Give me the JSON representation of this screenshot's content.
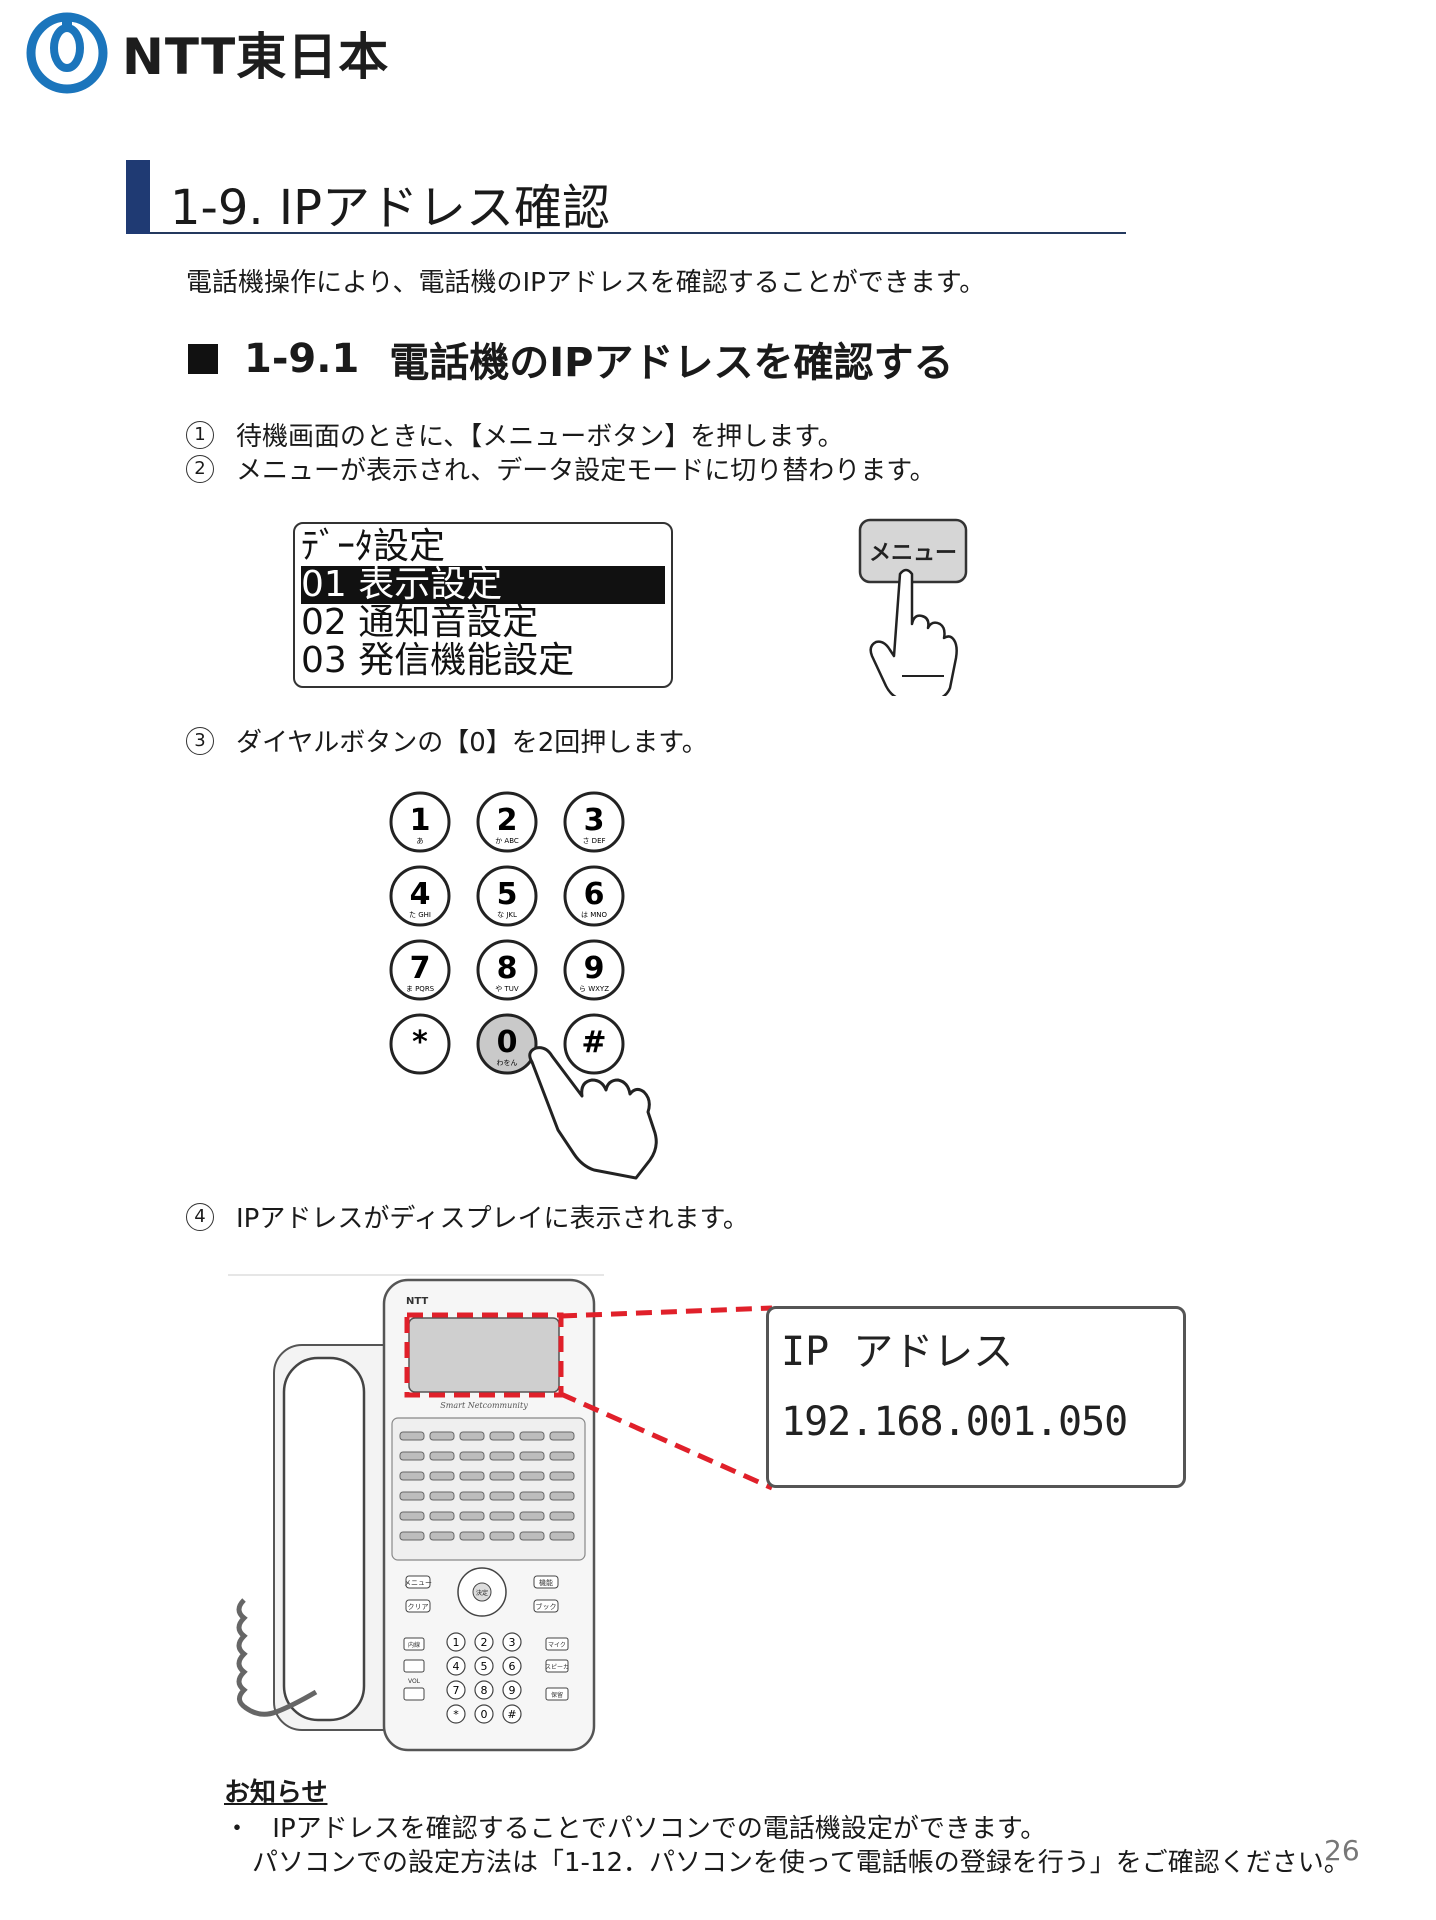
{
  "brand": {
    "name": "NTT東日本",
    "color": "#1b75bc"
  },
  "section": {
    "title": "1-9. IPアドレス確認",
    "bar_color": "#1f3a73"
  },
  "intro": "電話機操作により、電話機のIPアドレスを確認することができます。",
  "subsection": {
    "number": "1-9.1",
    "title": "電話機のIPアドレスを確認する"
  },
  "steps": [
    {
      "num": "1",
      "text": "待機画面のときに、【メニューボタン】を押します。"
    },
    {
      "num": "2",
      "text": "メニューが表示され、データ設定モードに切り替わります。"
    },
    {
      "num": "3",
      "text": "ダイヤルボタンの【0】を2回押します。"
    },
    {
      "num": "4",
      "text": "IPアドレスがディスプレイに表示されます。"
    }
  ],
  "lcd_menu": {
    "lines": [
      "ﾃﾞｰﾀ設定",
      "01 表示設定",
      "02 通知音設定",
      "03 発信機能設定"
    ],
    "selected_index": 1
  },
  "menu_button_label": "メニュー",
  "keypad": {
    "keys": [
      {
        "main": "1",
        "sub": "あ"
      },
      {
        "main": "2",
        "sub": "か ABC"
      },
      {
        "main": "3",
        "sub": "さ DEF"
      },
      {
        "main": "4",
        "sub": "た GHI"
      },
      {
        "main": "5",
        "sub": "な JKL"
      },
      {
        "main": "6",
        "sub": "は MNO"
      },
      {
        "main": "7",
        "sub": "ま PQRS"
      },
      {
        "main": "8",
        "sub": "や TUV"
      },
      {
        "main": "9",
        "sub": "ら WXYZ"
      },
      {
        "main": "*",
        "sub": ""
      },
      {
        "main": "0",
        "sub": "わをん"
      },
      {
        "main": "#",
        "sub": ""
      }
    ],
    "pressed_index": 10
  },
  "phone": {
    "brand": "NTT",
    "model_text": "Smart Netcommunity",
    "left_buttons": [
      "メニュー",
      "クリア"
    ],
    "right_buttons": [
      "機能",
      "ブック"
    ],
    "side_buttons": [
      "内線",
      "VOL",
      ""
    ],
    "side_right_buttons": [
      "マイク",
      "スピーカ",
      "保留"
    ],
    "nav_center": "決定"
  },
  "ip_display": {
    "label": "IP アドレス",
    "value": "192.168.001.050",
    "callout_color": "#e0202a"
  },
  "notice": {
    "title": "お知らせ",
    "bullet": "・",
    "line1": "IPアドレスを確認することでパソコンでの電話機設定ができます。",
    "line2": "パソコンでの設定方法は「1-12．パソコンを使って電話帳の登録を行う」をご確認ください。"
  },
  "page_number": "26"
}
